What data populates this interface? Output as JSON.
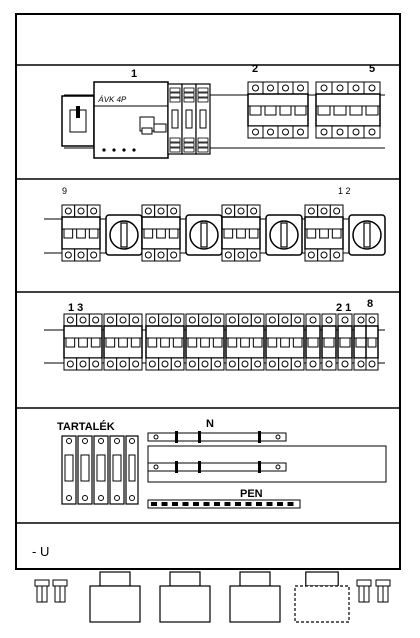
{
  "diagram": {
    "kind": "electrical-panel-layout",
    "labels": {
      "row1_a": "1",
      "row1_b": "2",
      "row1_c": "5",
      "device_text": "ÁVK 4P",
      "row2_a": "9",
      "row2_b": "1 2",
      "row3_a": "1 3",
      "row3_b": "2 1",
      "row3_c": "8",
      "reserve": "TARTALÉK",
      "neutral_bar": "N",
      "pe_bar": "PEN",
      "footer": "- U"
    }
  }
}
